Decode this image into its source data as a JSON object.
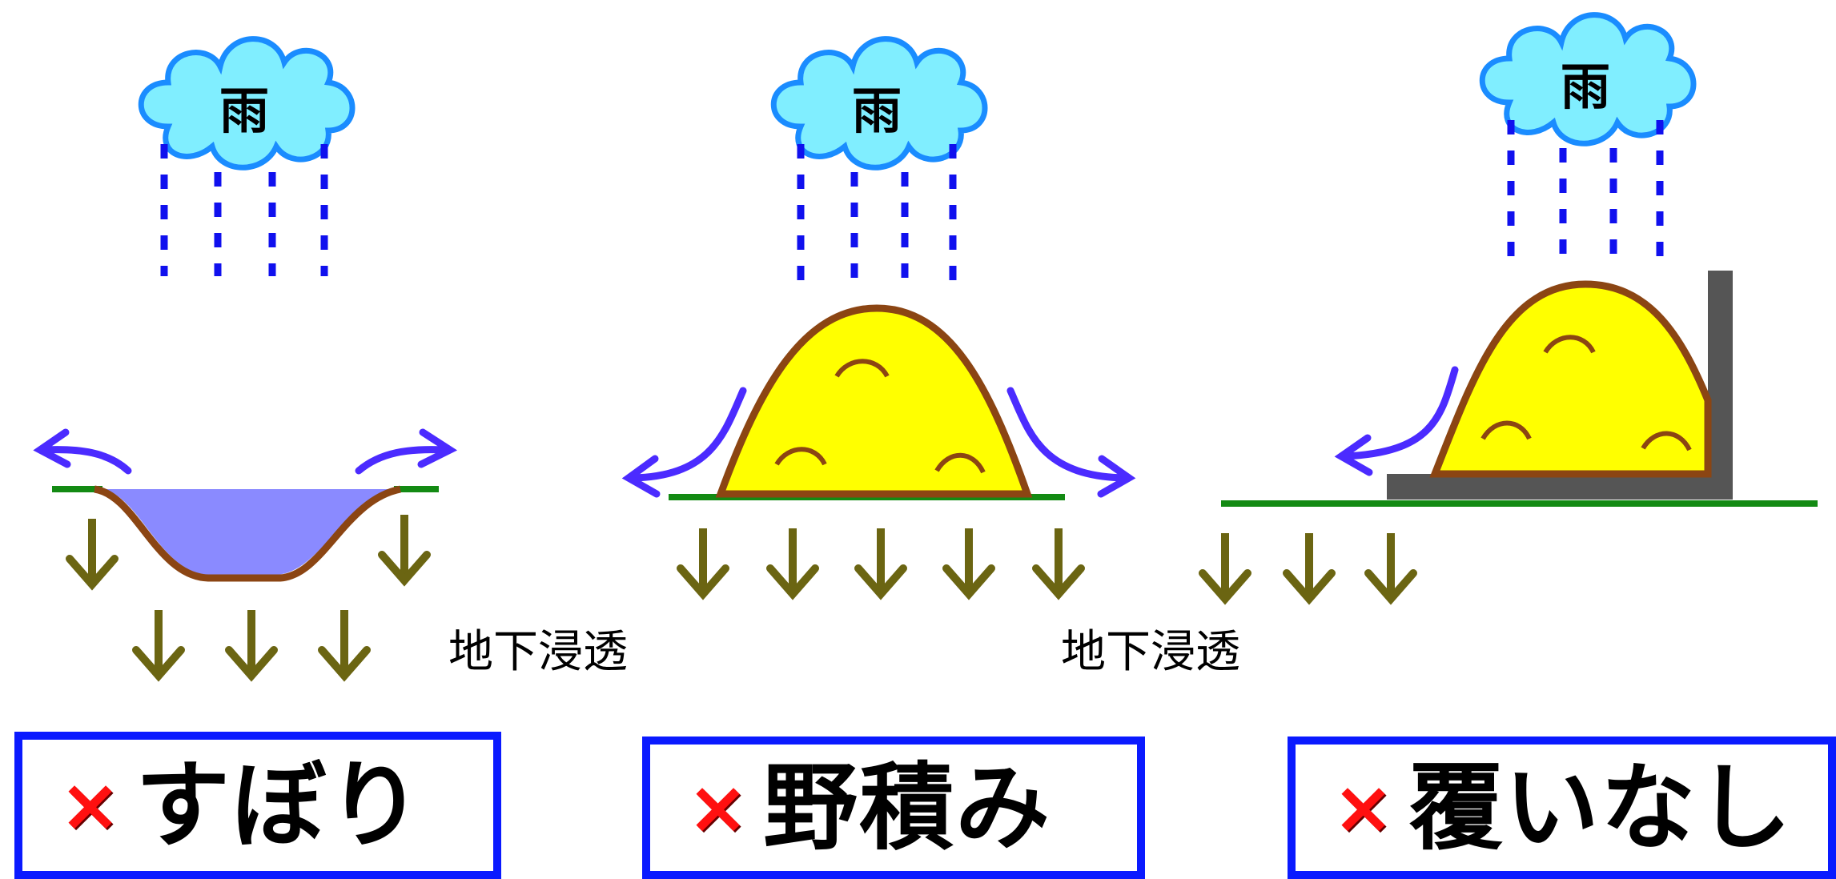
{
  "clouds": [
    {
      "label": "雨"
    },
    {
      "label": "雨"
    },
    {
      "label": "雨"
    }
  ],
  "infiltration_labels": [
    "地下浸透",
    "地下浸透"
  ],
  "panels": [
    {
      "mark": "×",
      "text": "すぼり"
    },
    {
      "mark": "×",
      "text": "野積み"
    },
    {
      "mark": "×",
      "text": "覆いなし"
    }
  ],
  "colors": {
    "cloud": "#80eeff",
    "cloud_outline": "#1a8cff",
    "rain": "#1010ee",
    "runoff_arrow": "#4b2bff",
    "infiltration_arrow": "#6b6512",
    "ground": "#138a13",
    "soil": "#8b4513",
    "water": "#8a8aff",
    "manure_pile": "#ffff00",
    "wall": "#555555",
    "box_border": "#0a1aff",
    "x_mark": "#ff1010"
  },
  "icons": [
    "cloud-icon",
    "rain-icon",
    "arrow-down-icon",
    "curved-arrow-icon",
    "x-mark-icon"
  ]
}
